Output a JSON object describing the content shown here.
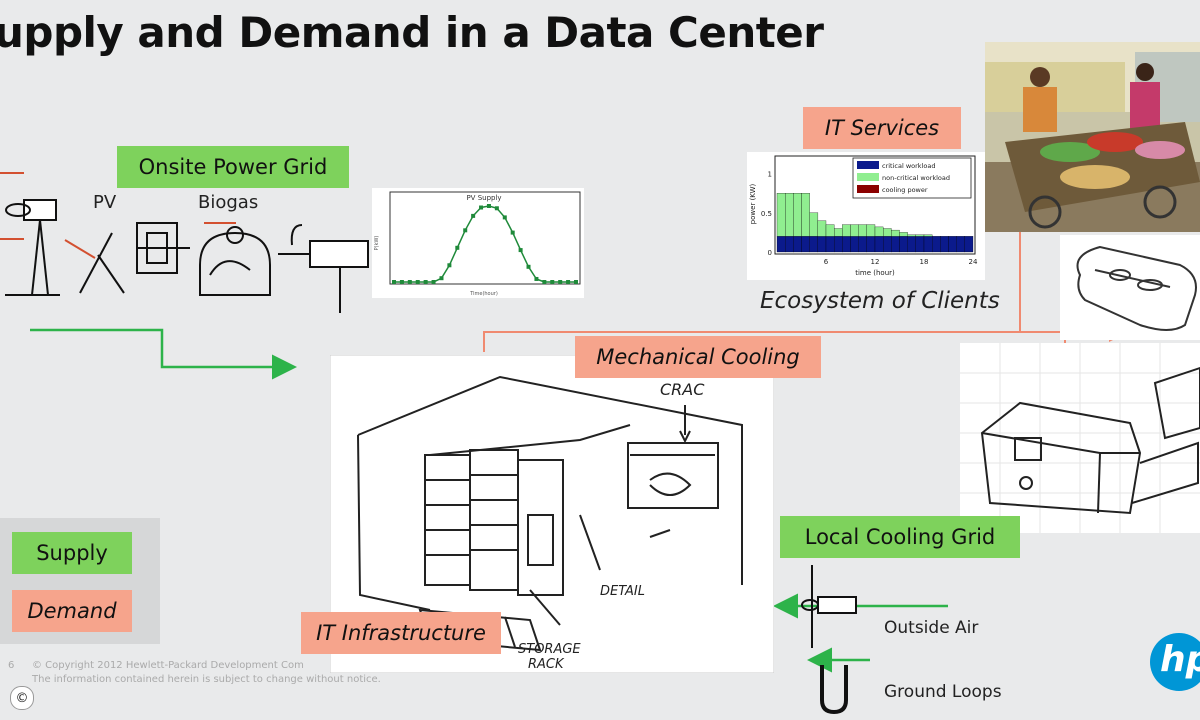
{
  "slide": {
    "title": "upply and Demand in a Data Center",
    "page_number": "6",
    "copyright_line1": "© Copyright 2012 Hewlett-Packard Development Com",
    "copyright_line2": "The information contained herein is subject to change without notice.",
    "logo_text": "hp",
    "corner_badge": "©"
  },
  "labels": {
    "onsite_power_grid": "Onsite Power Grid",
    "pv": "PV",
    "biogas": "Biogas",
    "it_services": "IT Services",
    "ecosystem": "Ecosystem of Clients",
    "mechanical_cooling": "Mechanical Cooling",
    "it_infrastructure": "IT Infrastructure",
    "local_cooling_grid": "Local Cooling Grid",
    "outside_air": "Outside Air",
    "ground_loops": "Ground Loops"
  },
  "legend": {
    "supply": "Supply",
    "demand": "Demand"
  },
  "sketch_text": {
    "crac": "CRAC",
    "detail": "DETAIL",
    "storage_rack_1": "STORAGE",
    "storage_rack_2": "RACK"
  },
  "colors": {
    "supply": "#7ed25c",
    "demand": "#f6a48c",
    "supply_line": "#2db34a",
    "demand_line": "#f08a70",
    "hp_blue": "#0096d6"
  },
  "chart_data": [
    {
      "type": "line",
      "title": "PV Supply",
      "xlabel": "Time(hour)",
      "ylabel": "P(kW)",
      "x": [
        0,
        1,
        2,
        3,
        4,
        5,
        6,
        7,
        8,
        9,
        10,
        11,
        12,
        13,
        14,
        15,
        16,
        17,
        18,
        19,
        20,
        21,
        22,
        23
      ],
      "series": [
        {
          "values": [
            0,
            0,
            0,
            0,
            0,
            0,
            0.05,
            0.22,
            0.45,
            0.68,
            0.87,
            0.98,
            1.0,
            0.97,
            0.85,
            0.65,
            0.42,
            0.2,
            0.04,
            0,
            0,
            0,
            0,
            0
          ]
        }
      ],
      "grid": false
    },
    {
      "type": "bar",
      "stacked": true,
      "xlabel": "time (hour)",
      "ylabel": "power (KW)",
      "xticks": [
        "6",
        "12",
        "18",
        "24"
      ],
      "yticks": [
        "0",
        "0.5",
        "1"
      ],
      "ylim": [
        0,
        1.2
      ],
      "x": [
        1,
        2,
        3,
        4,
        5,
        6,
        7,
        8,
        9,
        10,
        11,
        12,
        13,
        14,
        15,
        16,
        17,
        18,
        19,
        20,
        21,
        22,
        23,
        24
      ],
      "series": [
        {
          "name": "critical workload",
          "color": "#0b1a8c",
          "values": [
            0.2,
            0.2,
            0.2,
            0.2,
            0.2,
            0.2,
            0.2,
            0.2,
            0.2,
            0.2,
            0.2,
            0.2,
            0.2,
            0.2,
            0.2,
            0.2,
            0.2,
            0.2,
            0.2,
            0.2,
            0.2,
            0.2,
            0.2,
            0.2
          ]
        },
        {
          "name": "non-critical workload",
          "color": "#90ee90",
          "values": [
            0.55,
            0.55,
            0.55,
            0.55,
            0.3,
            0.2,
            0.15,
            0.1,
            0.15,
            0.15,
            0.15,
            0.15,
            0.12,
            0.1,
            0.08,
            0.05,
            0.02,
            0.02,
            0.02,
            0,
            0,
            0,
            0,
            0
          ]
        },
        {
          "name": "cooling power",
          "color": "#8b0000",
          "values": [
            0,
            0,
            0,
            0,
            0,
            0,
            0,
            0,
            0,
            0,
            0,
            0,
            0,
            0,
            0,
            0,
            0,
            0,
            0,
            0,
            0,
            0,
            0,
            0
          ]
        }
      ],
      "legend": "top-right"
    }
  ]
}
